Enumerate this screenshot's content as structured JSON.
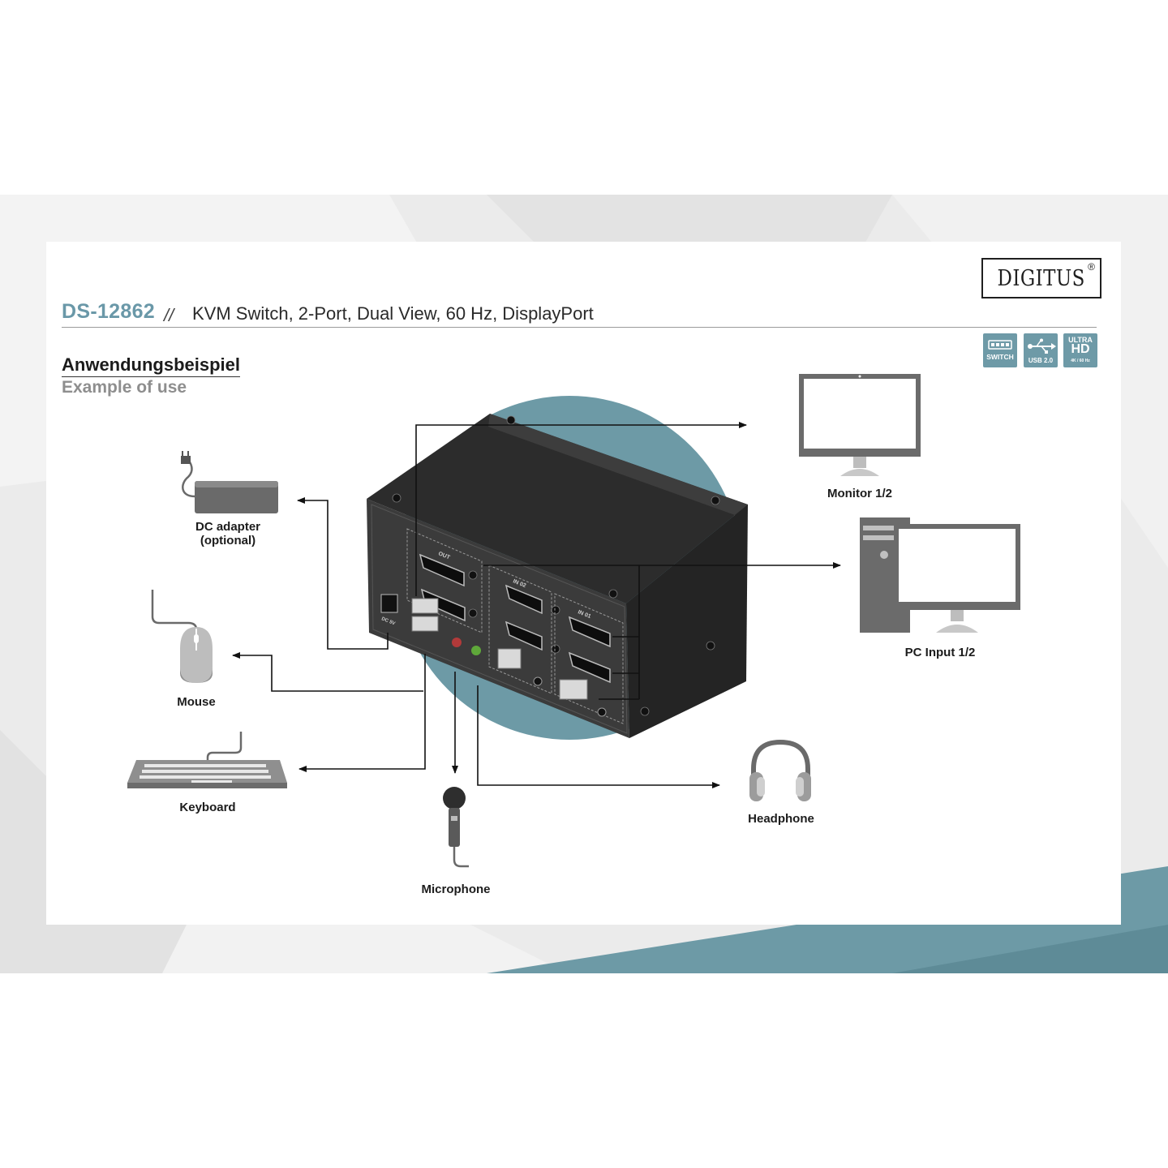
{
  "header": {
    "product_code": "DS-12862",
    "separator": "//",
    "product_description": "KVM Switch, 2-Port, Dual View, 60 Hz, DisplayPort"
  },
  "brand": {
    "logo_text": "DIGITUS",
    "registered_mark": "®"
  },
  "badges": [
    {
      "icon": "switch-icon",
      "label": "SWITCH"
    },
    {
      "icon": "usb-icon",
      "label": "USB 2.0"
    },
    {
      "icon": "ultra-hd-icon",
      "label_top": "ULTRA",
      "label_main": "HD",
      "label_sub": "4K / 60 Hz"
    }
  ],
  "section": {
    "title": "Anwendungsbeispiel",
    "subtitle": "Example of use"
  },
  "device_ports": {
    "out": "OUT",
    "in_02": "IN 02",
    "in_01": "IN 01",
    "dc": "DC 5V"
  },
  "peripherals": {
    "dc_adapter": {
      "line1": "DC adapter",
      "line2": "(optional)"
    },
    "mouse": "Mouse",
    "keyboard": "Keyboard",
    "microphone": "Microphone",
    "headphone": "Headphone",
    "monitor": "Monitor 1/2",
    "pc_input": "PC Input 1/2"
  },
  "colors": {
    "accent": "#6e9aa7",
    "circle": "#6d9aa6",
    "device_body": "#3a3a3a",
    "icon_gray": "#6f6f6f"
  }
}
